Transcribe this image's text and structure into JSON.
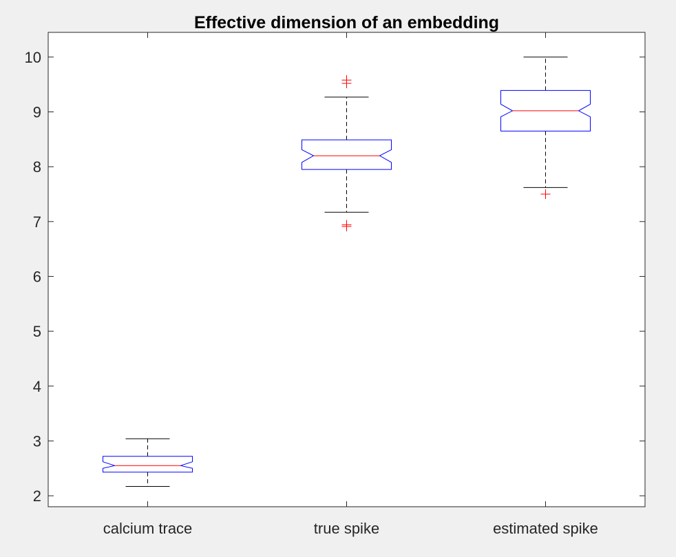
{
  "chart_data": {
    "type": "boxplot",
    "title": "Effective dimension of an embedding",
    "xlabel": "",
    "ylabel": "",
    "ylim": [
      1.8,
      10.45
    ],
    "yticks": [
      2,
      3,
      4,
      5,
      6,
      7,
      8,
      9,
      10
    ],
    "notched": true,
    "grid": false,
    "categories": [
      "calcium trace",
      "true spike",
      "estimated spike"
    ],
    "boxes": [
      {
        "whisker_low": 2.17,
        "q1": 2.43,
        "notch_low": 2.5,
        "median": 2.55,
        "notch_high": 2.62,
        "q3": 2.72,
        "whisker_high": 3.04,
        "outliers": []
      },
      {
        "whisker_low": 7.17,
        "q1": 7.95,
        "notch_low": 8.08,
        "median": 8.2,
        "notch_high": 8.31,
        "q3": 8.49,
        "whisker_high": 9.27,
        "outliers": [
          6.91,
          6.94,
          9.52,
          9.58
        ]
      },
      {
        "whisker_low": 7.62,
        "q1": 8.65,
        "notch_low": 8.91,
        "median": 9.02,
        "notch_high": 9.14,
        "q3": 9.39,
        "whisker_high": 10.0,
        "outliers": [
          7.5
        ]
      }
    ],
    "colors": {
      "box": "#0000ff",
      "median": "#ff0000",
      "whisker": "#000000",
      "outlier": "#ff0000",
      "axes": "#262626",
      "background": "#f0f0f0",
      "plot_area": "#ffffff"
    }
  }
}
